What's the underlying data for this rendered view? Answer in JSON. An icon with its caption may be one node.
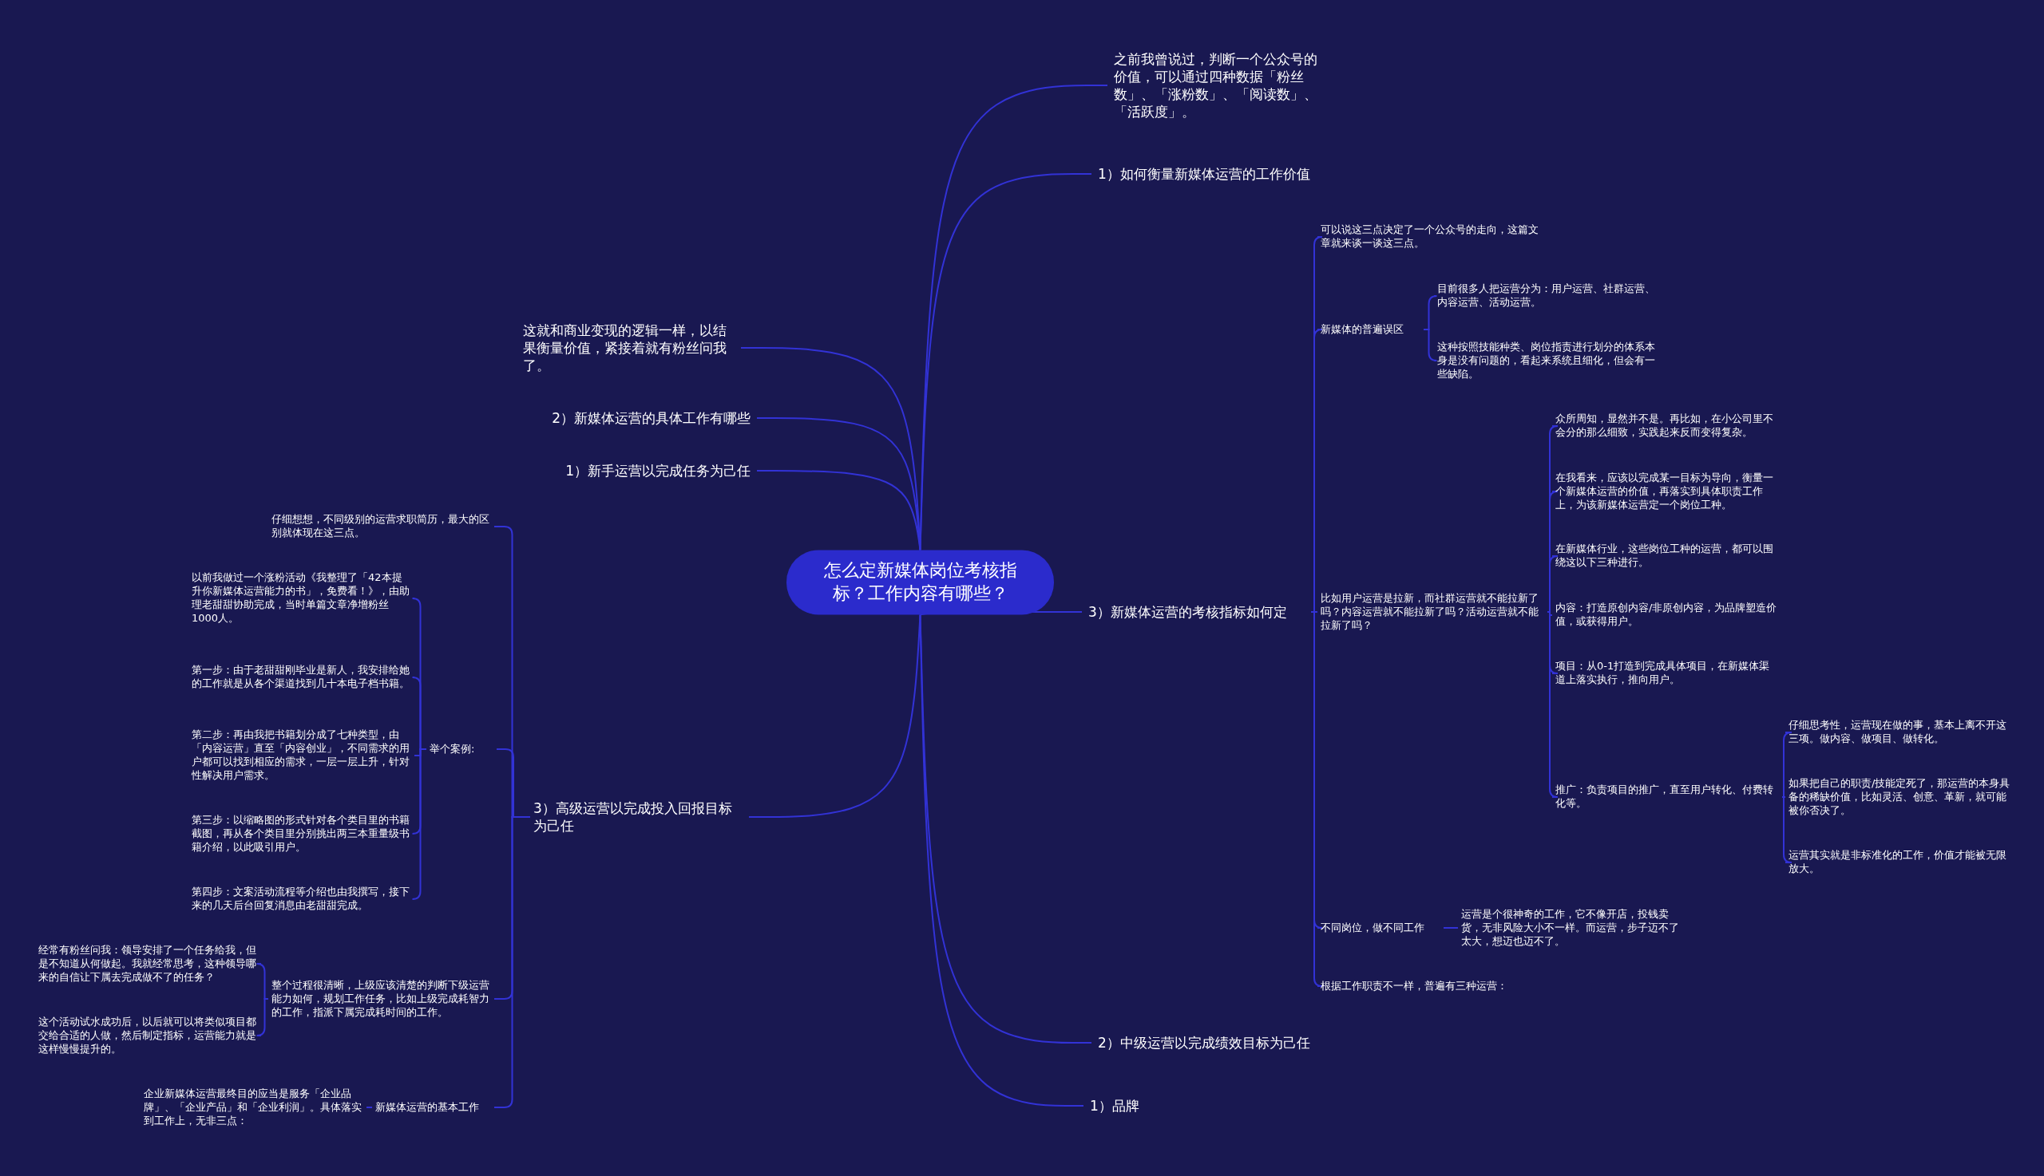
{
  "diagram": {
    "nodes": [
      {
        "text": [
          "怎么定新媒体岗位考核指标？工作内容有哪些？"
        ]
      },
      {
        "text": [
          "之前我曾说过，判断一个公众号的价值，可以通过四种数据「粉丝数」、「涨粉数」、「阅读数」、「活跃度」。"
        ]
      },
      {
        "text": [
          "1）如何衡量新媒体运营的工作价值"
        ]
      },
      {
        "text": [
          "3）新媒体运营的考核指标如何定"
        ]
      },
      {
        "text": [
          "可以说这三点决定了一个公众号的走向，这篇文章就来谈一谈这三点。"
        ]
      },
      {
        "text": [
          "新媒体的普遍误区"
        ]
      },
      {
        "text": [
          "目前很多人把运营分为：用户运营、社群运营、内容运营、活动运营。"
        ]
      },
      {
        "text": [
          "这种按照技能种类、岗位指责进行划分的体系本身是没有问题的，看起来系统且细化，但会有一些缺陷。"
        ]
      },
      {
        "text": [
          "比如用户运营是拉新，而社群运营就不能拉新了吗？内容运营就不能拉新了吗？活动运营就不能拉新了吗？"
        ]
      },
      {
        "text": [
          "众所周知，显然并不是。再比如，在小公司里不会分的那么细致，实践起来反而变得复杂。"
        ]
      },
      {
        "text": [
          "在我看来，应该以完成某一目标为导向，衡量一个新媒体运营的价值，再落实到具体职责工作上，为该新媒体运营定一个岗位工种。"
        ]
      },
      {
        "text": [
          "在新媒体行业，这些岗位工种的运营，都可以围绕这以下三种进行。"
        ]
      },
      {
        "text": [
          "内容：打造原创内容/非原创内容，为品牌塑造价值，或获得用户。"
        ]
      },
      {
        "text": [
          "项目：从0-1打造到完成具体项目，在新媒体渠道上落实执行，推向用户。"
        ]
      },
      {
        "text": [
          "推广：负责项目的推广，直至用户转化、付费转化等。"
        ]
      },
      {
        "text": [
          "仔细思考性，运营现在做的事，基本上离不开这三项。做内容、做项目、做转化。"
        ]
      },
      {
        "text": [
          "如果把自己的职责/技能定死了，那运营的本身具备的稀缺价值，比如灵活、创意、革新，就可能被你否决了。"
        ]
      },
      {
        "text": [
          "运营其实就是非标准化的工作，价值才能被无限放大。"
        ]
      },
      {
        "text": [
          "不同岗位，做不同工作"
        ]
      },
      {
        "text": [
          "运营是个很神奇的工作，它不像开店，投钱卖货，无非风险大小不一样。而运营，步子迈不了太大，想迈也迈不了。"
        ]
      },
      {
        "text": [
          "根据工作职责不一样，普遍有三种运营："
        ]
      },
      {
        "text": [
          "2）中级运营以完成绩效目标为己任"
        ]
      },
      {
        "text": [
          "1）品牌"
        ]
      },
      {
        "text": [
          "这就和商业变现的逻辑一样，以结果衡量价值，紧接着就有粉丝问我了。"
        ]
      },
      {
        "text": [
          "2）新媒体运营的具体工作有哪些"
        ]
      },
      {
        "text": [
          "1）新手运营以完成任务为己任"
        ]
      },
      {
        "text": [
          "3）高级运营以完成投入回报目标为己任"
        ]
      },
      {
        "text": [
          "仔细想想，不同级别的运营求职简历，最大的区别就体现在这三点。"
        ]
      },
      {
        "text": [
          "举个案例:"
        ]
      },
      {
        "text": [
          "以前我做过一个涨粉活动《我整理了「42本提升你新媒体运营能力的书」，免费看！》，由助理老甜甜协助完成，当时单篇文章净增粉丝1000人。"
        ]
      },
      {
        "text": [
          "第一步：由于老甜甜刚毕业是新人，我安排给她的工作就是从各个渠道找到几十本电子档书籍。"
        ]
      },
      {
        "text": [
          "第二步：再由我把书籍划分成了七种类型，由「内容运营」直至「内容创业」，不同需求的用户都可以找到相应的需求，一层一层上升，针对性解决用户需求。"
        ]
      },
      {
        "text": [
          "第三步：以缩略图的形式针对各个类目里的书籍截图，再从各个类目里分别挑出两三本重量级书籍介绍，以此吸引用户。"
        ]
      },
      {
        "text": [
          "第四步：文案活动流程等介绍也由我撰写，接下来的几天后台回复消息由老甜甜完成。"
        ]
      },
      {
        "text": [
          "整个过程很清晰，上级应该清楚的判断下级运营能力如何，规划工作任务，比如上级完成耗智力的工作，指派下属完成耗时间的工作。"
        ]
      },
      {
        "text": [
          "经常有粉丝问我：领导安排了一个任务给我，但是不知道从何做起。我就经常思考，这种领导哪来的自信让下属去完成做不了的任务？"
        ]
      },
      {
        "text": [
          "这个活动试水成功后，以后就可以将类似项目都交给合适的人做，然后制定指标，运营能力就是这样慢慢提升的。"
        ]
      },
      {
        "text": [
          "新媒体运营的基本工作"
        ]
      },
      {
        "text": [
          "企业新媒体运营最终目的应当是服务「企业品牌」、「企业产品」和「企业利润」。具体落实到工作上，无非三点："
        ]
      }
    ],
    "edges": [
      {
        "from": 0,
        "to": 1,
        "arrow": "none"
      },
      {
        "from": 0,
        "to": 2,
        "arrow": "none"
      },
      {
        "from": 0,
        "to": 3,
        "arrow": "none"
      },
      {
        "from": 3,
        "to": 4,
        "arrow": "none"
      },
      {
        "from": 3,
        "to": 5,
        "arrow": "none"
      },
      {
        "from": 5,
        "to": 6,
        "arrow": "none"
      },
      {
        "from": 5,
        "to": 7,
        "arrow": "none"
      },
      {
        "from": 3,
        "to": 8,
        "arrow": "none"
      },
      {
        "from": 8,
        "to": 9,
        "arrow": "none"
      },
      {
        "from": 8,
        "to": 10,
        "arrow": "none"
      },
      {
        "from": 8,
        "to": 11,
        "arrow": "none"
      },
      {
        "from": 8,
        "to": 12,
        "arrow": "none"
      },
      {
        "from": 8,
        "to": 13,
        "arrow": "none"
      },
      {
        "from": 8,
        "to": 14,
        "arrow": "none"
      },
      {
        "from": 14,
        "to": 15,
        "arrow": "none"
      },
      {
        "from": 14,
        "to": 16,
        "arrow": "none"
      },
      {
        "from": 14,
        "to": 17,
        "arrow": "none"
      },
      {
        "from": 3,
        "to": 18,
        "arrow": "none"
      },
      {
        "from": 18,
        "to": 19,
        "arrow": "none"
      },
      {
        "from": 3,
        "to": 20,
        "arrow": "none"
      },
      {
        "from": 0,
        "to": 21,
        "arrow": "none"
      },
      {
        "from": 0,
        "to": 22,
        "arrow": "none"
      },
      {
        "from": 0,
        "to": 23,
        "arrow": "none"
      },
      {
        "from": 0,
        "to": 24,
        "arrow": "none"
      },
      {
        "from": 0,
        "to": 25,
        "arrow": "none"
      },
      {
        "from": 0,
        "to": 26,
        "arrow": "none"
      },
      {
        "from": 26,
        "to": 27,
        "arrow": "none"
      },
      {
        "from": 26,
        "to": 28,
        "arrow": "none"
      },
      {
        "from": 28,
        "to": 29,
        "arrow": "none"
      },
      {
        "from": 28,
        "to": 30,
        "arrow": "none"
      },
      {
        "from": 28,
        "to": 31,
        "arrow": "none"
      },
      {
        "from": 28,
        "to": 32,
        "arrow": "none"
      },
      {
        "from": 28,
        "to": 33,
        "arrow": "none"
      },
      {
        "from": 26,
        "to": 34,
        "arrow": "none"
      },
      {
        "from": 34,
        "to": 35,
        "arrow": "none"
      },
      {
        "from": 34,
        "to": 36,
        "arrow": "none"
      },
      {
        "from": 26,
        "to": 37,
        "arrow": "none"
      },
      {
        "from": 37,
        "to": 38,
        "arrow": "none"
      }
    ]
  }
}
